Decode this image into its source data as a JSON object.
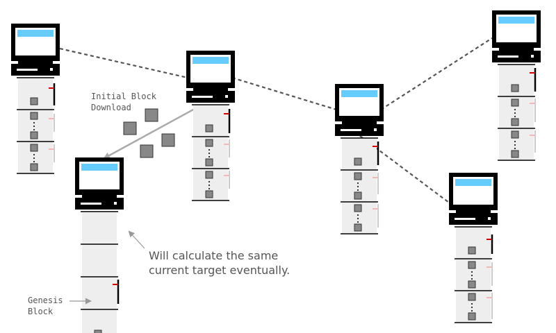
{
  "labels": {
    "ibd_line1": "Initial Block",
    "ibd_line2": "Download",
    "note_line1": "Will calculate the same",
    "note_line2": "current target eventually.",
    "genesis_line1": "Genesis",
    "genesis_line2": "Block"
  },
  "colors": {
    "screen": "#66ccff",
    "chain_bg": "#eeeeee",
    "block": "#888888",
    "marker_active": "#cc0000",
    "marker_faded": "#f2b8b8",
    "connector": "#555555",
    "arrow": "#aaaaaa"
  },
  "icons": [
    "computer-icon",
    "block-icon",
    "ellipsis-icon",
    "arrow-icon"
  ]
}
